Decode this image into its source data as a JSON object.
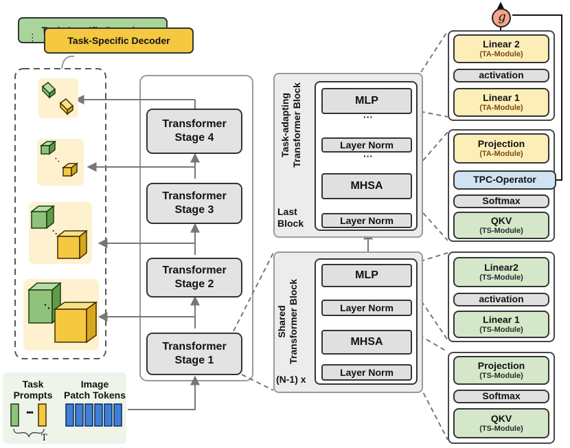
{
  "decoder": {
    "back_label": "Task-Specific Decoder",
    "front_label": "Task-Specific Decoder"
  },
  "stages": [
    {
      "label": "Transformer\nStage 4"
    },
    {
      "label": "Transformer\nStage 3"
    },
    {
      "label": "Transformer\nStage 2"
    },
    {
      "label": "Transformer\nStage 1"
    }
  ],
  "inputs": {
    "task_prompts": "Task\nPrompts",
    "image_tokens": "Image\nPatch Tokens",
    "ellipsis": "•••",
    "t_label": "T"
  },
  "ta_block": {
    "title": "Task-adapting\nTransformer Block",
    "last_block": "Last\nBlock",
    "mlp": "MLP",
    "layer_norm_top": "Layer Norm",
    "mhsa": "MHSA",
    "layer_norm_bottom": "Layer Norm",
    "dots1": "···",
    "dots2": "···"
  },
  "shared_block": {
    "title": "Shared\nTransformer Block",
    "repeat": "(N-1) x",
    "mlp": "MLP",
    "layer_norm_top": "Layer Norm",
    "mhsa": "MHSA",
    "layer_norm_bottom": "Layer Norm"
  },
  "gate_symbol": "g",
  "right_modules": {
    "ta_mlp": [
      {
        "title": "Linear 2",
        "sub": "(TA-Module)"
      },
      {
        "title": "activation"
      },
      {
        "title": "Linear 1",
        "sub": "(TA-Module)"
      }
    ],
    "ta_attn": [
      {
        "title": "Projection",
        "sub": "(TA-Module)"
      },
      {
        "title": "TPC-Operator"
      },
      {
        "title": "Softmax"
      },
      {
        "title": "QKV",
        "sub": "(TS-Module)"
      }
    ],
    "shared_mlp": [
      {
        "title": "Linear2",
        "sub": "(TS-Module)"
      },
      {
        "title": "activation"
      },
      {
        "title": "Linear 1",
        "sub": "(TS-Module)"
      }
    ],
    "shared_attn": [
      {
        "title": "Projection",
        "sub": "(TS-Module)"
      },
      {
        "title": "Softmax"
      },
      {
        "title": "QKV",
        "sub": "(TS-Module)"
      }
    ]
  },
  "colors": {
    "yellow": "#fdeeb8",
    "green": "#d4e8c9",
    "blue_token": "#3f7fd6",
    "gate": "#f4a58a",
    "cube_green": "#8fc27b",
    "cube_yellow": "#f5c842",
    "feature_bg": "#fdf1cf"
  }
}
